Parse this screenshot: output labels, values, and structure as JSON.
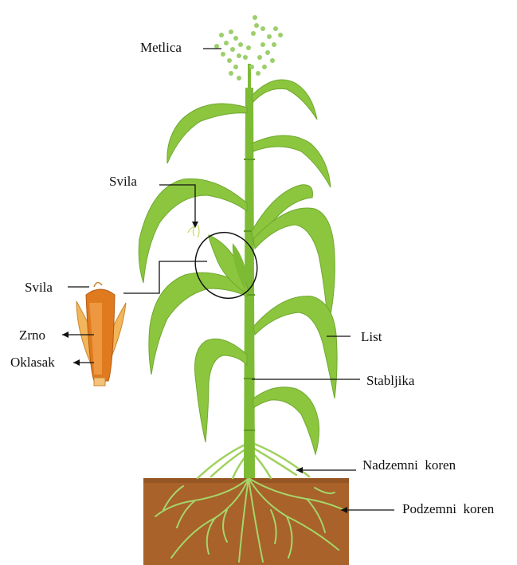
{
  "labels": {
    "metlica": "Metlica",
    "svila_top": "Svila",
    "svila_left": "Svila",
    "zrno": "Zrno",
    "oklasak": "Oklasak",
    "list": "List",
    "stabljika": "Stabljika",
    "nadzemni_koren": "Nadzemni  koren",
    "podzemni_koren": "Podzemni  koren"
  },
  "colors": {
    "leaf": "#8cc63f",
    "leaf_dark": "#6fa82e",
    "stalk": "#7dbb35",
    "soil": "#a8622a",
    "soil_dark": "#8a4f20",
    "roots": "#a5d66a",
    "tassel": "#9ccf6a",
    "husk": "#f2b55a",
    "kernel": "#e07a1e",
    "leader": "#111111"
  }
}
